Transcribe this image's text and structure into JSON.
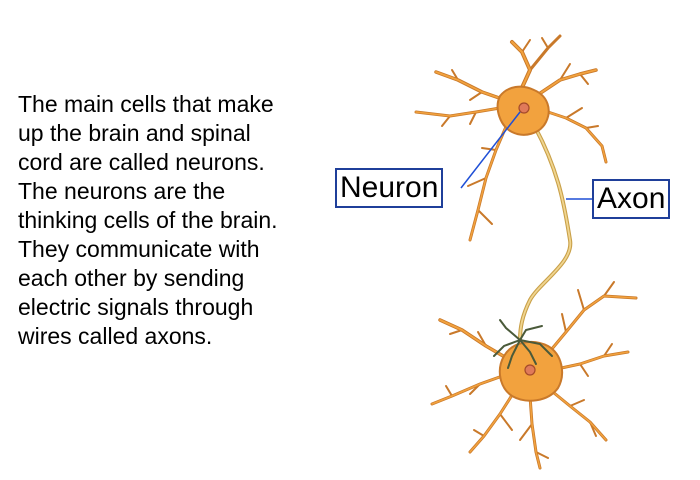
{
  "paragraph": {
    "lines": [
      "The main cells that make",
      "up the brain and spinal",
      "cord are called neurons.",
      "The neurons are the",
      "thinking cells of the brain.",
      "They communicate with",
      "each other by sending",
      "electric signals through",
      "wires called axons."
    ]
  },
  "labels": {
    "neuron": "Neuron",
    "axon": "Axon"
  },
  "colors": {
    "cell_fill": "#f2a23e",
    "cell_outline": "#c9792a",
    "axon_stroke": "#d9b25a",
    "nucleus": "#e07a5a",
    "label_border": "#1f3f9a",
    "pointer_line": "#1f4fd6",
    "synapse": "#4a5a3a"
  }
}
